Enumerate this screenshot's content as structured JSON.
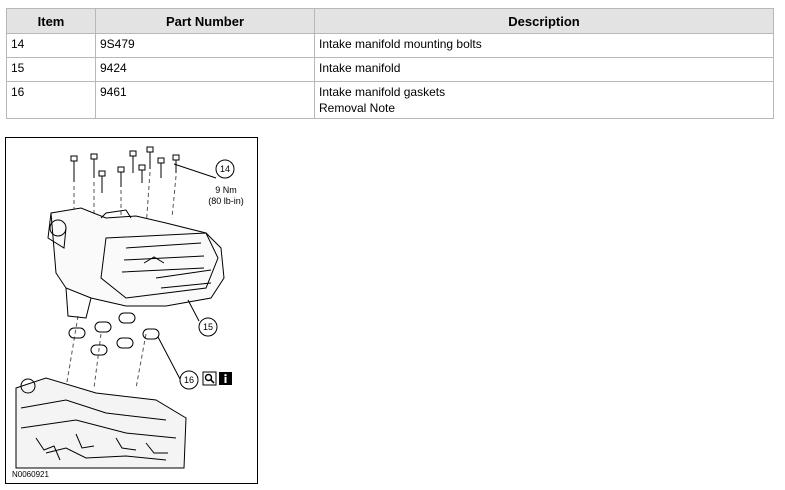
{
  "table": {
    "headers": [
      "Item",
      "Part Number",
      "Description"
    ],
    "rows": [
      {
        "item": "14",
        "part": "9S479",
        "desc": [
          "Intake manifold mounting bolts"
        ]
      },
      {
        "item": "15",
        "part": "9424",
        "desc": [
          "Intake manifold"
        ]
      },
      {
        "item": "16",
        "part": "9461",
        "desc": [
          "Intake manifold gaskets",
          "Removal Note"
        ]
      }
    ]
  },
  "figure": {
    "callouts": {
      "c14": "14",
      "c15": "15",
      "c16": "16"
    },
    "torque_nm": "9 Nm",
    "torque_lbin": "(80 lb-in)",
    "figure_id": "N0060921",
    "icons": [
      "magnifier-icon",
      "info-icon"
    ]
  }
}
